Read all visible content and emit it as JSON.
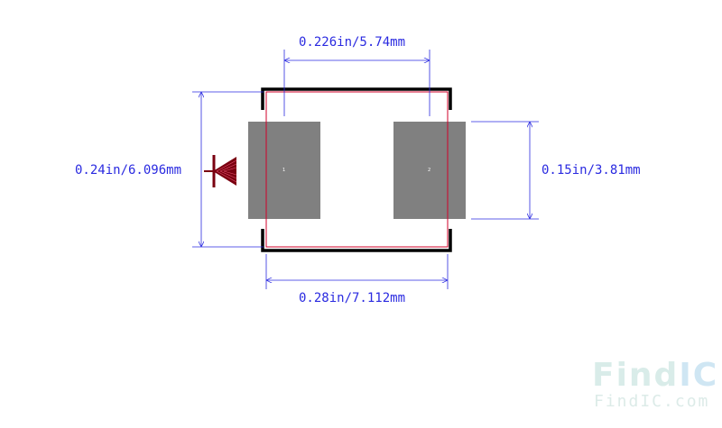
{
  "footprint": {
    "dimensions": {
      "pad_pitch": "0.226in/5.74mm",
      "body_height": "0.24in/6.096mm",
      "pad_height": "0.15in/3.81mm",
      "body_width": "0.28in/7.112mm"
    },
    "pads": [
      {
        "label": "1"
      },
      {
        "label": "2"
      }
    ],
    "symbol": "diode-icon"
  },
  "watermark": {
    "logo_part1": "Find",
    "logo_part2": "IC",
    "url": "FindIC.com"
  },
  "colors": {
    "dimension": "#2a2ae0",
    "pad": "#808080",
    "silkscreen": "#000000",
    "courtyard": "#d0002a",
    "diode": "#c8102e"
  }
}
